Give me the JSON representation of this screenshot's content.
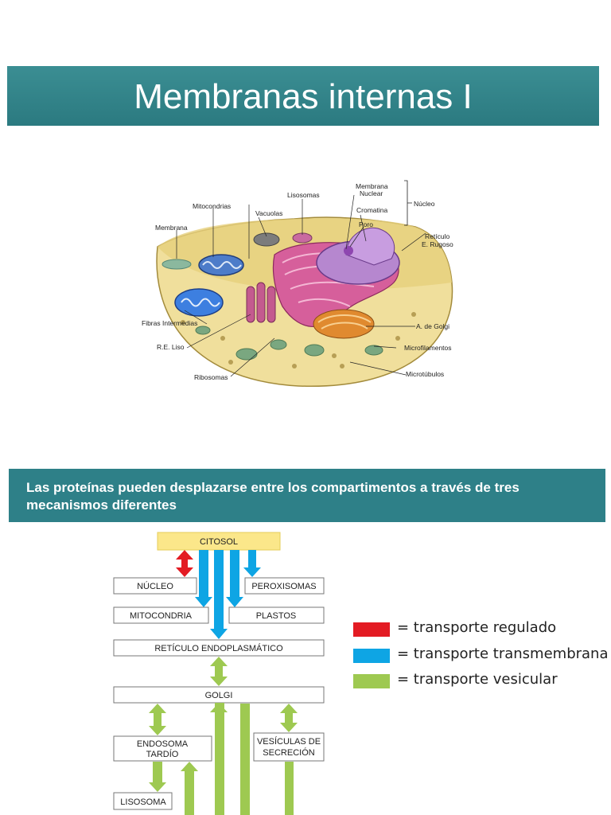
{
  "title": "Membranas internas I",
  "cell_labels": {
    "membrana": "Membrana",
    "mitocondrias": "Mitocondrias",
    "vacuolas": "Vacuolas",
    "lisosomas": "Lisosomas",
    "membrana_nuclear_1": "Membrana",
    "membrana_nuclear_2": "Nuclear",
    "cromatina": "Cromatina",
    "poro": "Poro",
    "nucleo": "Núcleo",
    "reticulo_1": "Retículo",
    "reticulo_2": "E. Rugoso",
    "fibras": "Fibras Intermedias",
    "re_liso": "R.E. Liso",
    "golgi": "A. de Golgi",
    "microfilamentos": "Microfilamentos",
    "ribosomas": "Ribosomas",
    "microtubulos": "Microtúbulos"
  },
  "subtitle": "Las proteínas pueden desplazarse entre los compartimentos a través de tres mecanismos diferentes",
  "flow": {
    "citosol": "CITOSOL",
    "nucleo": "NÚCLEO",
    "peroxisomas": "PEROXISOMAS",
    "mitocondria": "MITOCONDRIA",
    "plastos": "PLASTOS",
    "reticulo": "RETÍCULO ENDOPLASMÁTICO",
    "golgi": "GOLGI",
    "endosoma_1": "ENDOSOMA",
    "endosoma_2": "TARDÍO",
    "vesiculas_1": "VESÍCULAS DE",
    "vesiculas_2": "SECRECIÓN",
    "lisosoma": "LISOSOMA"
  },
  "legend": [
    {
      "text": "= transporte regulado",
      "color": "#e31b23"
    },
    {
      "text": "= transporte transmembrana",
      "color": "#0ea5e4"
    },
    {
      "text": "= transporte vesicular",
      "color": "#9ec951"
    }
  ],
  "colors": {
    "title_bar": "#2b7a80",
    "regulated": "#e31b23",
    "transmembrane": "#0ea5e4",
    "vesicular": "#9ec951",
    "citosol_box": "#fbe78a"
  }
}
